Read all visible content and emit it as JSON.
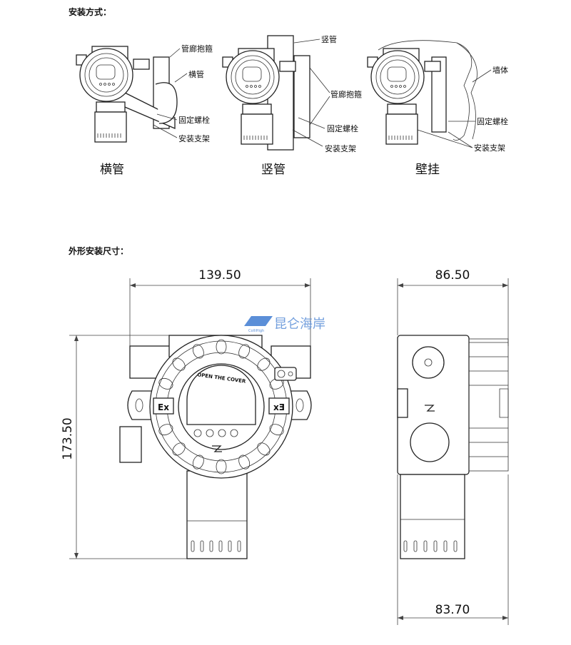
{
  "section_install": {
    "title": "安装方式：",
    "methods": [
      {
        "caption": "横管",
        "labels": [
          "管廊抱箍",
          "横管",
          "固定螺栓",
          "安装支架"
        ]
      },
      {
        "caption": "竖管",
        "labels": [
          "竖管",
          "管廊抱箍",
          "固定螺栓",
          "安装支架"
        ]
      },
      {
        "caption": "壁挂",
        "labels": [
          "墙体",
          "固定螺栓",
          "安装支架"
        ]
      }
    ]
  },
  "section_dims": {
    "title": "外形安装尺寸：",
    "front": {
      "width": "139.50",
      "height": "173.50"
    },
    "side": {
      "top_width": "86.50",
      "bottom_width": "83.70"
    },
    "device_text": {
      "cover": "OPEN THE COVER",
      "ex_left": "Ex",
      "ex_right": "Ex"
    }
  },
  "watermark": {
    "text": "昆仑海岸",
    "sub": "ColliHigh",
    "color": "#5b8fd8"
  }
}
